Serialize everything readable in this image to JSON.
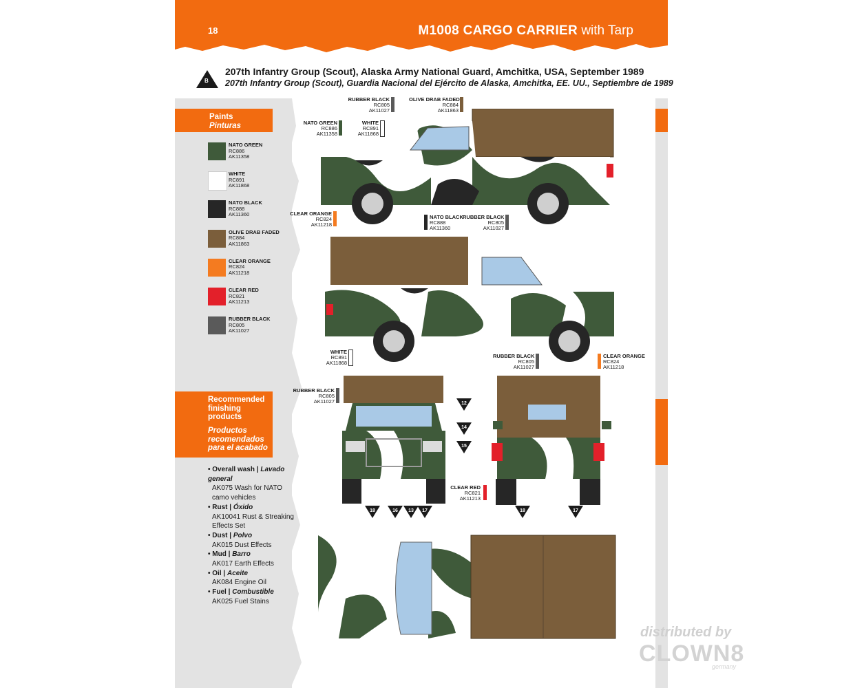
{
  "header": {
    "page_number": "18",
    "title_bold": "M1008 CARGO CARRIER",
    "title_light": "with Tarp"
  },
  "scheme": {
    "marker_letter": "B",
    "title_en": "207th Infantry Group (Scout), Alaska Army National Guard, Amchitka, USA, September 1989",
    "title_es": "207th Infantry Group (Scout), Guardia Nacional del Ejército de Alaska, Amchitka, EE. UU., Septiembre de 1989"
  },
  "paints": {
    "heading_en": "Paints",
    "heading_es": "Pinturas",
    "items": [
      {
        "name": "NATO GREEN",
        "rc": "RC886",
        "ak": "AK11358",
        "color": "#3f5a3a"
      },
      {
        "name": "WHITE",
        "rc": "RC891",
        "ak": "AK11868",
        "color": "#ffffff"
      },
      {
        "name": "NATO BLACK",
        "rc": "RC888",
        "ak": "AK11360",
        "color": "#262626"
      },
      {
        "name": "OLIVE DRAB FADED",
        "rc": "RC884",
        "ak": "AK11863",
        "color": "#7b5e3b"
      },
      {
        "name": "CLEAR ORANGE",
        "rc": "RC824",
        "ak": "AK11218",
        "color": "#f47b20"
      },
      {
        "name": "CLEAR RED",
        "rc": "RC821",
        "ak": "AK11213",
        "color": "#e3202a"
      },
      {
        "name": "RUBBER BLACK",
        "rc": "RC805",
        "ak": "AK11027",
        "color": "#5a5a5a"
      }
    ]
  },
  "finishing": {
    "heading_en": "Recommended finishing products",
    "heading_es": "Productos recomendados para el acabado",
    "items": [
      {
        "en": "Overall wash",
        "es": "Lavado general",
        "product": "AK075 Wash for NATO camo vehicles"
      },
      {
        "en": "Rust",
        "es": "Óxido",
        "product": "AK10041 Rust & Streaking Effects Set"
      },
      {
        "en": "Dust",
        "es": "Polvo",
        "product": "AK015 Dust Effects"
      },
      {
        "en": "Mud",
        "es": "Barro",
        "product": "AK017 Earth Effects"
      },
      {
        "en": "Oil",
        "es": "Aceite",
        "product": "AK084 Engine Oil"
      },
      {
        "en": "Fuel",
        "es": "Combustible",
        "product": "AK025 Fuel Stains"
      }
    ]
  },
  "callouts": {
    "c1": {
      "name": "RUBBER BLACK",
      "rc": "RC805",
      "ak": "AK11027"
    },
    "c2": {
      "name": "OLIVE DRAB FADED",
      "rc": "RC884",
      "ak": "AK11863"
    },
    "c3": {
      "name": "NATO GREEN",
      "rc": "RC886",
      "ak": "AK11358"
    },
    "c4": {
      "name": "WHITE",
      "rc": "RC891",
      "ak": "AK11868"
    },
    "c5": {
      "name": "CLEAR ORANGE",
      "rc": "RC824",
      "ak": "AK11218"
    },
    "c6": {
      "name": "NATO BLACK",
      "rc": "RC888",
      "ak": "AK11360"
    },
    "c7": {
      "name": "RUBBER BLACK",
      "rc": "RC805",
      "ak": "AK11027"
    },
    "c8": {
      "name": "WHITE",
      "rc": "RC891",
      "ak": "AK11868"
    },
    "c9": {
      "name": "RUBBER BLACK",
      "rc": "RC805",
      "ak": "AK11027"
    },
    "c10": {
      "name": "CLEAR ORANGE",
      "rc": "RC824",
      "ak": "AK11218"
    },
    "c11": {
      "name": "RUBBER BLACK",
      "rc": "RC805",
      "ak": "AK11027"
    },
    "c12": {
      "name": "CLEAR RED",
      "rc": "RC821",
      "ak": "AK11213"
    }
  },
  "markers": [
    "12",
    "14",
    "15",
    "18",
    "16",
    "13",
    "17",
    "18",
    "17"
  ],
  "watermark": {
    "line1": "distributed by",
    "brand": "CLOWN8",
    "line3": "germany"
  },
  "colors": {
    "accent": "#f26b10",
    "nato_green": "#3f5a3a",
    "tarp": "#7b5e3b",
    "glass": "#a9c9e6"
  }
}
